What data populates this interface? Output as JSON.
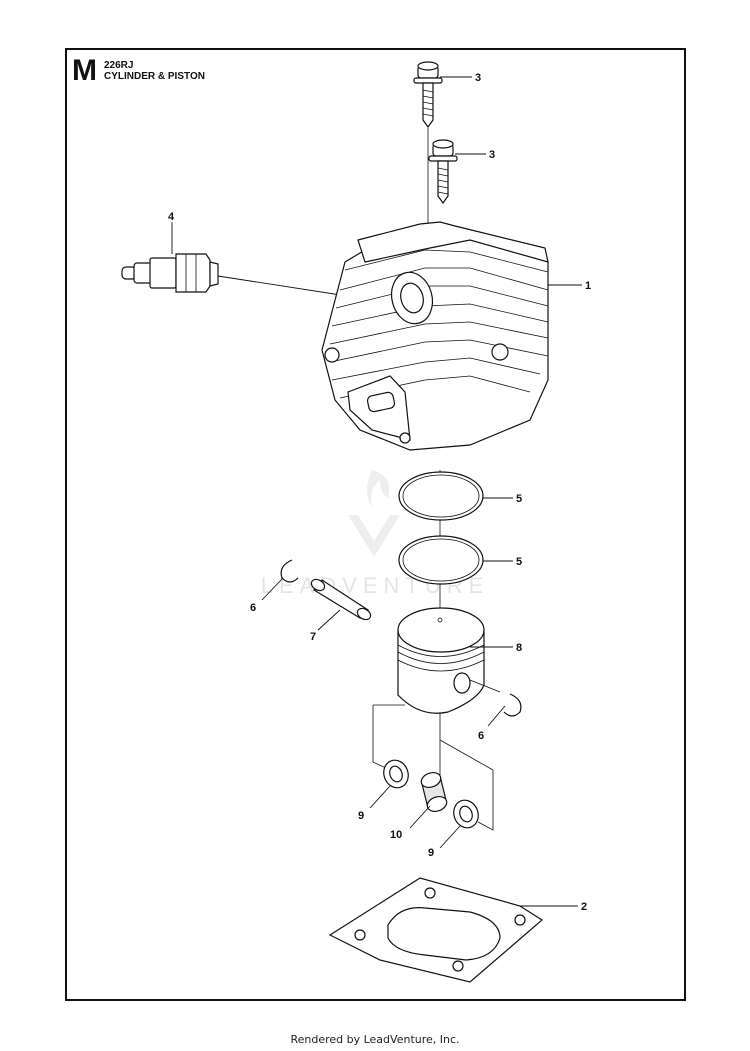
{
  "header": {
    "section_letter": "M",
    "model": "226RJ",
    "title": "CYLINDER & PISTON"
  },
  "watermark": "LEADVENTURE",
  "footer": "Rendered by LeadVenture, Inc.",
  "callouts": [
    {
      "id": "c1",
      "label": "1"
    },
    {
      "id": "c2",
      "label": "2"
    },
    {
      "id": "c3a",
      "label": "3"
    },
    {
      "id": "c3b",
      "label": "3"
    },
    {
      "id": "c4",
      "label": "4"
    },
    {
      "id": "c5a",
      "label": "5"
    },
    {
      "id": "c5b",
      "label": "5"
    },
    {
      "id": "c6a",
      "label": "6"
    },
    {
      "id": "c6b",
      "label": "6"
    },
    {
      "id": "c7",
      "label": "7"
    },
    {
      "id": "c8",
      "label": "8"
    },
    {
      "id": "c9a",
      "label": "9"
    },
    {
      "id": "c9b",
      "label": "9"
    },
    {
      "id": "c10",
      "label": "10"
    }
  ]
}
